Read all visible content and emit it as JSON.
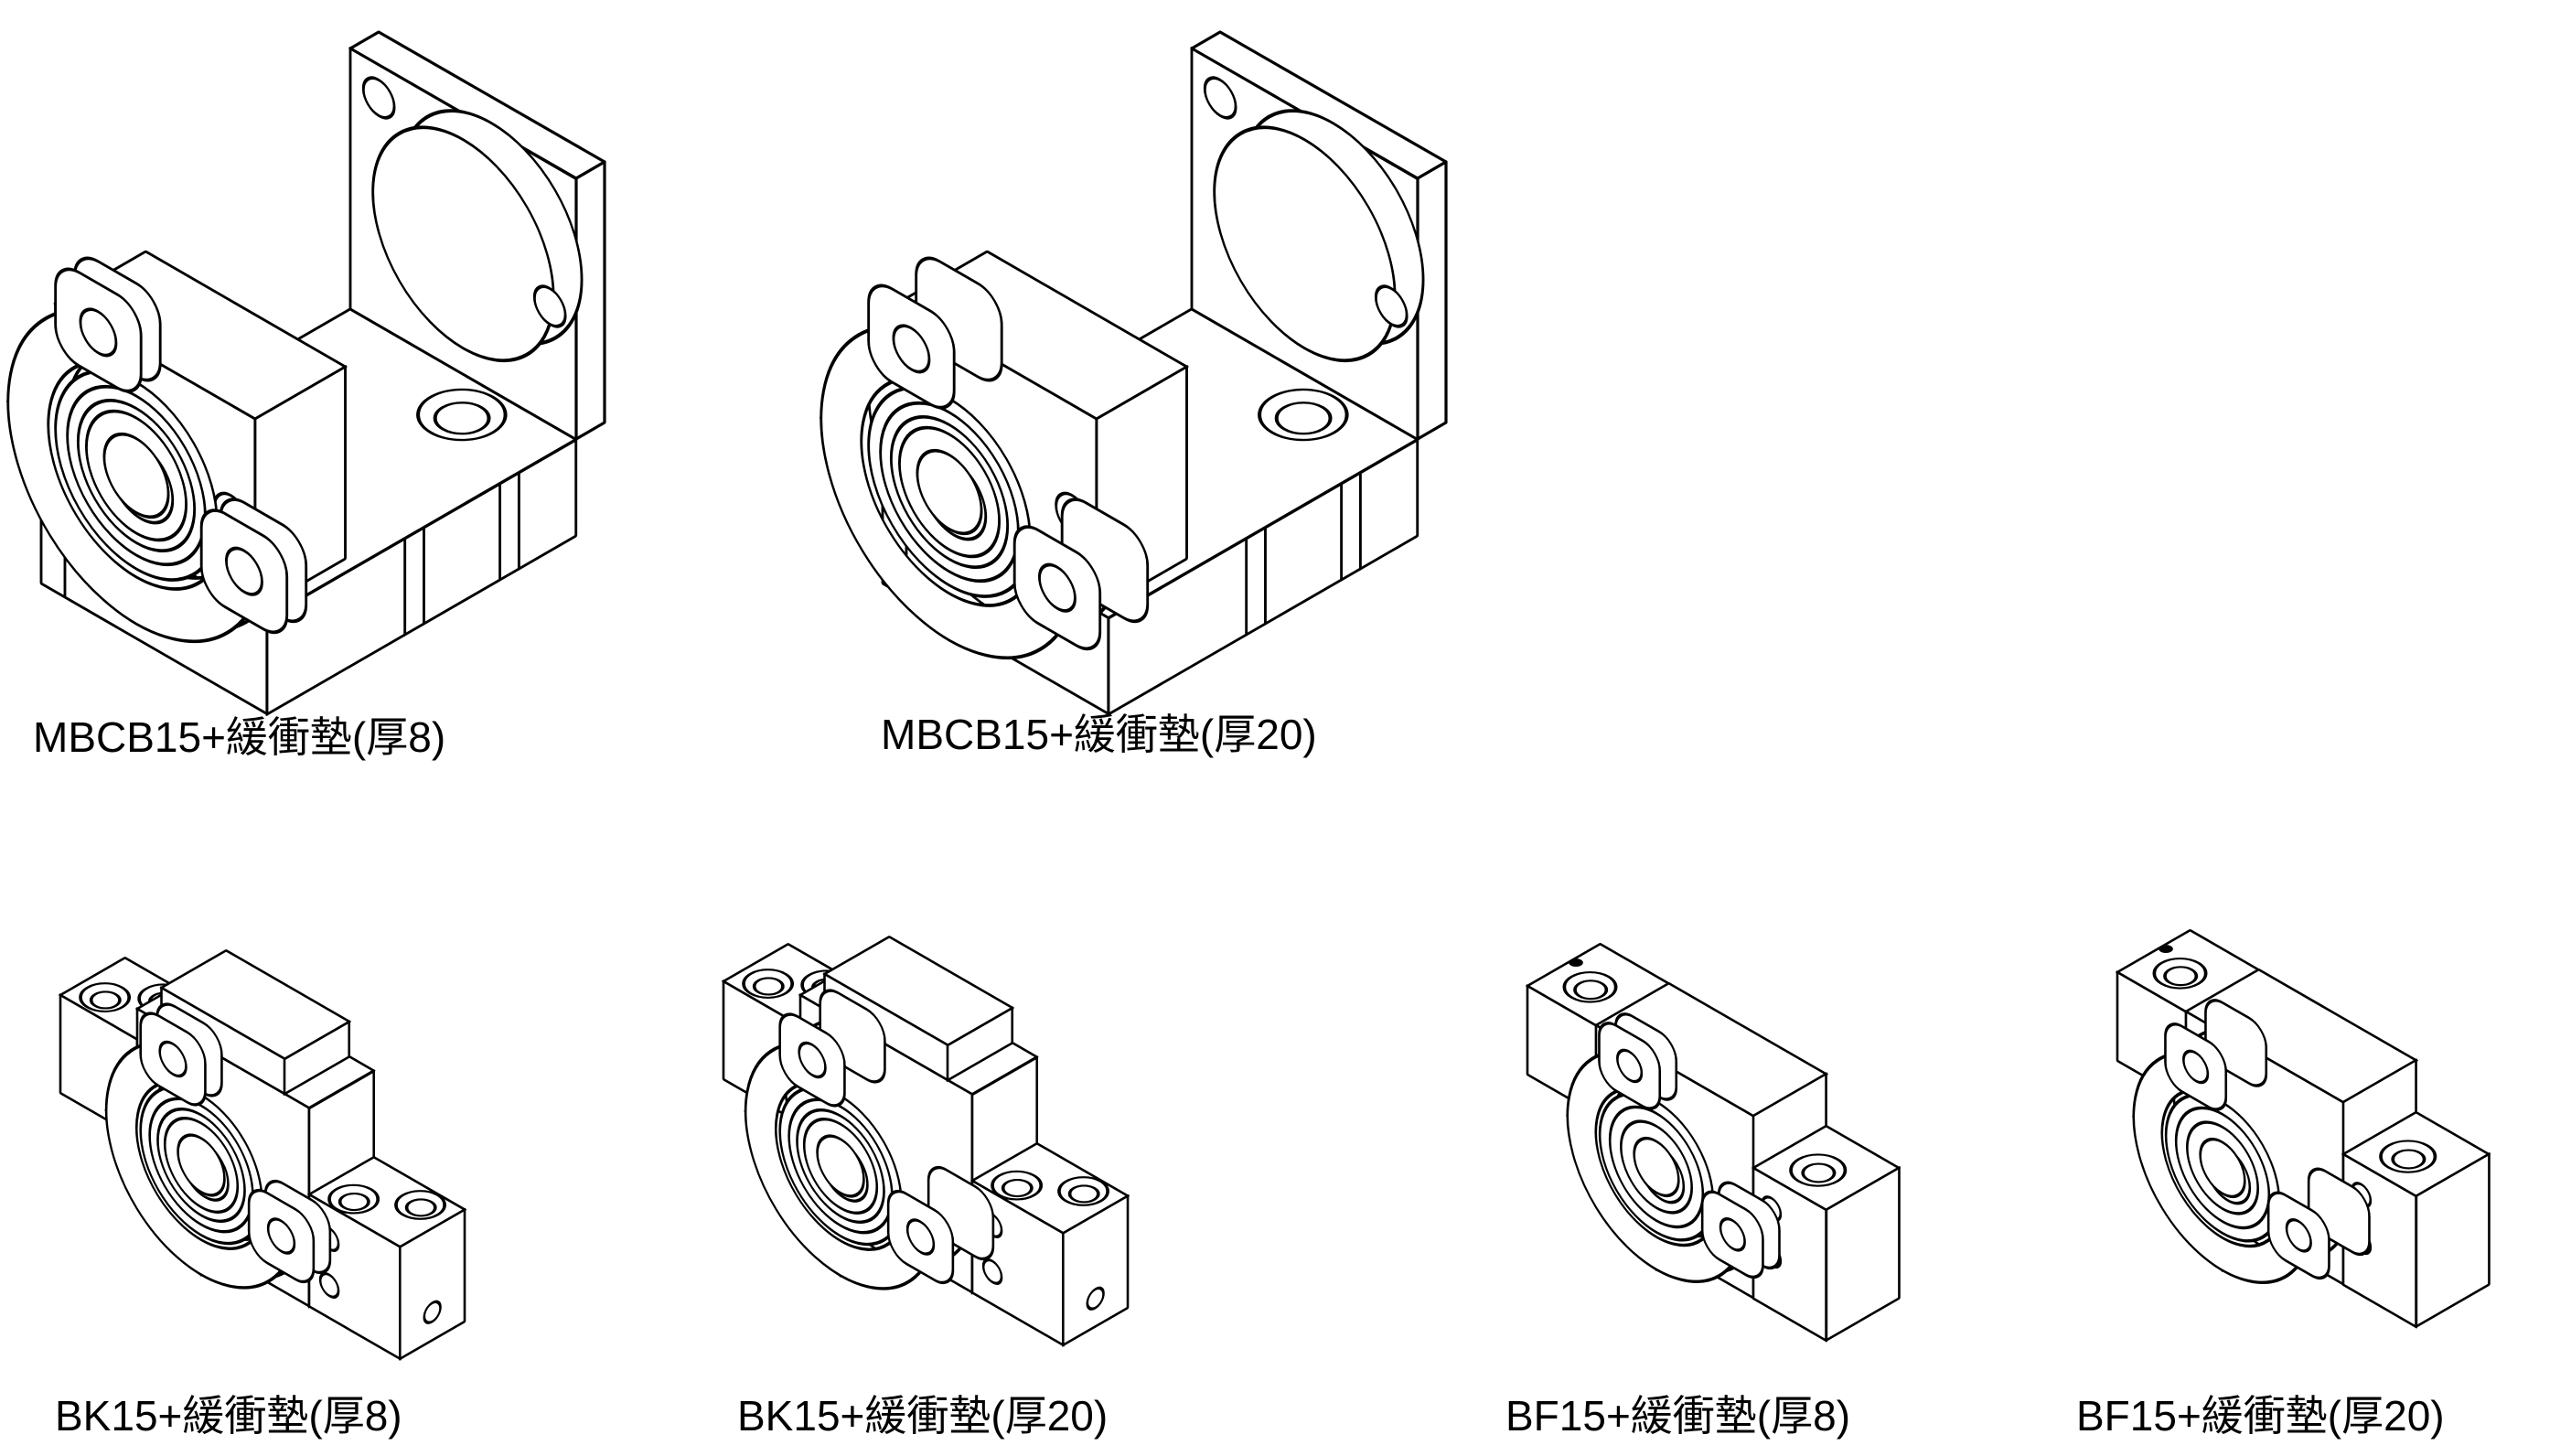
{
  "page": {
    "background_color": "#ffffff",
    "line_color": "#000000"
  },
  "figures": [
    {
      "id": "mbcb15-pad8",
      "label": "MBCB15+緩衝墊(厚8)"
    },
    {
      "id": "mbcb15-pad20",
      "label": "MBCB15+緩衝墊(厚20)"
    },
    {
      "id": "bk15-pad8",
      "label": "BK15+緩衝墊(厚8)"
    },
    {
      "id": "bk15-pad20",
      "label": "BK15+緩衝墊(厚20)"
    },
    {
      "id": "bf15-pad8",
      "label": "BF15+緩衝墊(厚8)"
    },
    {
      "id": "bf15-pad20",
      "label": "BF15+緩衝墊(厚20)"
    }
  ]
}
